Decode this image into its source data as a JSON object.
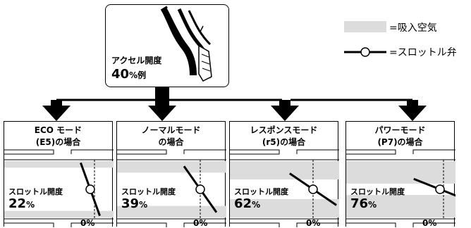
{
  "pedal": {
    "label": "アクセル開度",
    "value": "40",
    "suffix": "%例"
  },
  "legend": {
    "air": "=吸入空気",
    "valve": "=スロットル弁"
  },
  "colors": {
    "air": "#dcdcdc",
    "line": "#000000",
    "panel_bg": "#ffffff"
  },
  "panels": [
    {
      "title_line1": "ECO モード",
      "title_line2": "(E5)の場合",
      "opening_label": "スロットル開度",
      "opening_value": "22",
      "opening_unit": "%",
      "zero_label": "0%",
      "opening_percent": 22
    },
    {
      "title_line1": "ノーマルモード",
      "title_line2": "の場合",
      "opening_label": "スロットル開度",
      "opening_value": "39",
      "opening_unit": "%",
      "zero_label": "0%",
      "opening_percent": 39
    },
    {
      "title_line1": "レスポンスモード",
      "title_line2": "(r5)の場合",
      "opening_label": "スロットル開度",
      "opening_value": "62",
      "opening_unit": "%",
      "zero_label": "0%",
      "opening_percent": 62
    },
    {
      "title_line1": "パワーモード",
      "title_line2": "(P7)の場合",
      "opening_label": "スロットル開度",
      "opening_value": "76",
      "opening_unit": "%",
      "zero_label": "0%",
      "opening_percent": 76
    }
  ]
}
